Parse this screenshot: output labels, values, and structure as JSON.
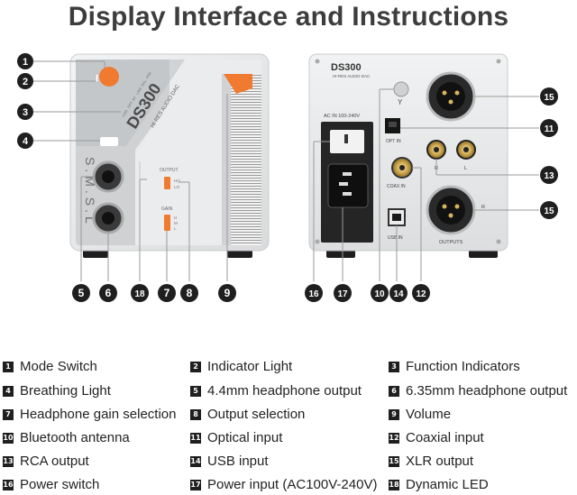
{
  "title": "Display Interface and Instructions",
  "front_panel": {
    "model_logo": "DS300",
    "subtitle": "HI-RES AUDIO DAC",
    "brand": "S.M.S.L",
    "indicator_labels": [
      "USB",
      "OPT",
      "BT",
      "LINE",
      "BAL",
      "PRE"
    ],
    "output_label": "OUTPUT",
    "output_options": [
      "HO",
      "LO"
    ],
    "gain_label": "GAIN",
    "gain_options": [
      "H",
      "M",
      "L"
    ]
  },
  "rear_panel": {
    "model_logo": "DS300",
    "subtitle": "HI-RES AUDIO DAC",
    "ac_label": "AC IN 100-240V",
    "opt_in": "OPT IN",
    "coax_in": "COAX IN",
    "usb_in": "USB IN",
    "outputs": "OUTPUTS",
    "r_label": "R",
    "l_label": "L"
  },
  "legend": [
    {
      "num": "1",
      "label": "Mode Switch"
    },
    {
      "num": "2",
      "label": "Indicator Light"
    },
    {
      "num": "3",
      "label": "Function Indicators"
    },
    {
      "num": "4",
      "label": "Breathing Light"
    },
    {
      "num": "5",
      "label": "4.4mm headphone output"
    },
    {
      "num": "6",
      "label": "6.35mm headphone output"
    },
    {
      "num": "7",
      "label": "Headphone gain selection"
    },
    {
      "num": "8",
      "label": "Output selection"
    },
    {
      "num": "9",
      "label": "Volume"
    },
    {
      "num": "10",
      "label": "Bluetooth antenna"
    },
    {
      "num": "11",
      "label": "Optical input"
    },
    {
      "num": "12",
      "label": "Coaxial input"
    },
    {
      "num": "13",
      "label": "RCA output"
    },
    {
      "num": "14",
      "label": "USB input"
    },
    {
      "num": "15",
      "label": "XLR output"
    },
    {
      "num": "16",
      "label": "Power switch"
    },
    {
      "num": "17",
      "label": "Power input (AC100V-240V)"
    },
    {
      "num": "18",
      "label": "Dynamic LED"
    }
  ],
  "colors": {
    "accent": "#f07a2f",
    "badge": "#1f1f1f",
    "chassis": "#e6e7e8",
    "dark": "#2a2a2a"
  }
}
